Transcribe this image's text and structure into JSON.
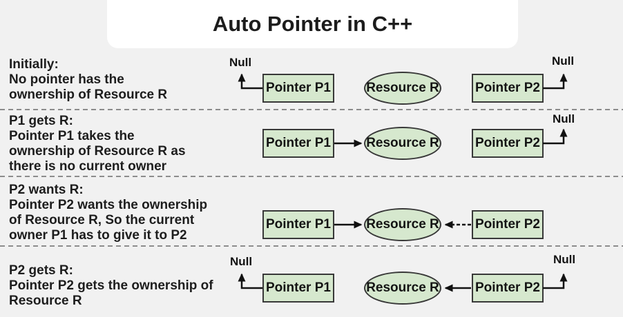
{
  "title": "Auto Pointer in C++",
  "colors": {
    "background": "#f1f1f1",
    "title_card": "#ffffff",
    "shape_fill": "#d6e8ce",
    "shape_border": "#383838",
    "text": "#1d1d1d",
    "divider": "#8c8c8c",
    "arrow": "#111111"
  },
  "rows": [
    {
      "caption": [
        "Initially:",
        "No pointer has the",
        "ownership of Resource R"
      ],
      "pointer1": "Pointer P1",
      "resource": "Resource R",
      "pointer2": "Pointer P2",
      "null_left": "Null",
      "null_right": "Null"
    },
    {
      "caption": [
        "P1 gets R:",
        "Pointer P1 takes the",
        "ownership of Resource R as",
        "there is no current owner"
      ],
      "pointer1": "Pointer P1",
      "resource": "Resource R",
      "pointer2": "Pointer P2",
      "null_right": "Null"
    },
    {
      "caption": [
        "P2 wants R:",
        "Pointer P2 wants the ownership",
        "of Resource R, So the current",
        "owner P1 has to give it to P2"
      ],
      "pointer1": "Pointer P1",
      "resource": "Resource R",
      "pointer2": "Pointer P2"
    },
    {
      "caption": [
        "P2 gets R:",
        "Pointer P2 gets the ownership of",
        "Resource R"
      ],
      "pointer1": "Pointer P1",
      "resource": "Resource R",
      "pointer2": "Pointer P2",
      "null_left": "Null",
      "null_right": "Null"
    }
  ]
}
